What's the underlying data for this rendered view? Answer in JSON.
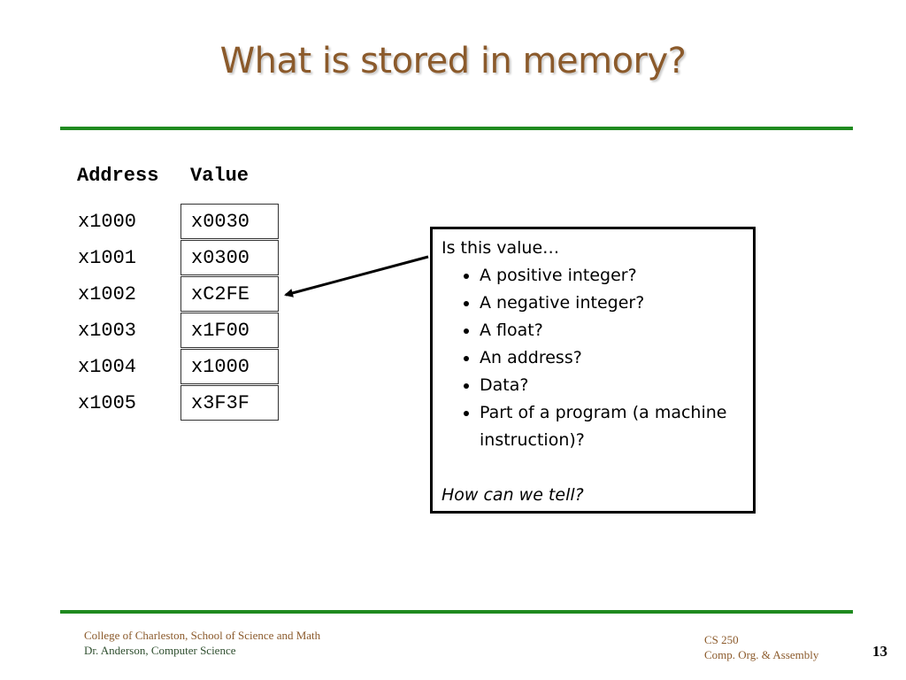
{
  "slide": {
    "title": "What is stored in memory?",
    "page_number": "13"
  },
  "table": {
    "address_header": "Address",
    "value_header": "Value",
    "rows": [
      {
        "address": "x1000",
        "value": "x0030"
      },
      {
        "address": "x1001",
        "value": "x0300"
      },
      {
        "address": "x1002",
        "value": "xC2FE"
      },
      {
        "address": "x1003",
        "value": "x1F00"
      },
      {
        "address": "x1004",
        "value": "x1000"
      },
      {
        "address": "x1005",
        "value": "x3F3F"
      }
    ]
  },
  "callout": {
    "intro": "Is this value…",
    "items": [
      "A positive integer?",
      "A negative integer?",
      "A float?",
      "An address?",
      "Data?",
      "Part of a program (a machine instruction)?"
    ],
    "question": "How can we tell?"
  },
  "footer": {
    "left_line1": "College of Charleston, School of Science and Math",
    "left_line2": "Dr. Anderson, Computer Science",
    "right_line1": "CS 250",
    "right_line2": "Comp. Org. & Assembly"
  },
  "colors": {
    "title": "#8b5a2b",
    "rule": "#1f8a1f"
  }
}
